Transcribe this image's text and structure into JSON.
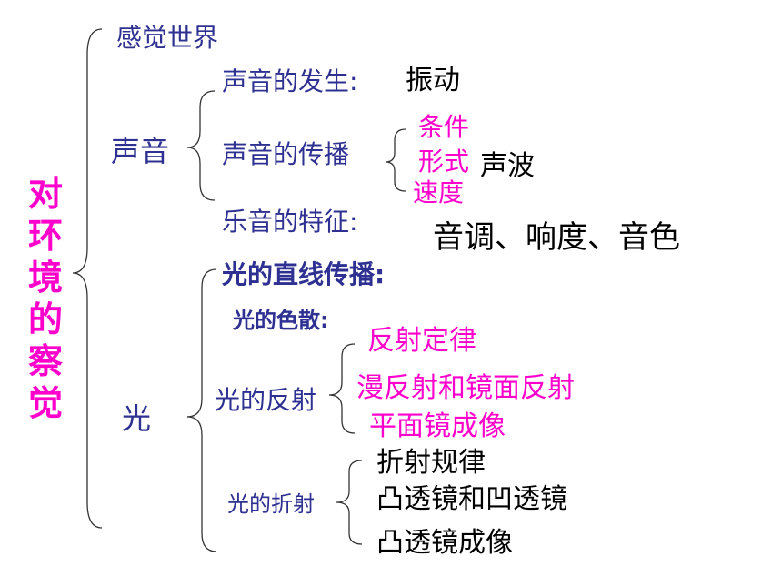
{
  "title": "对环境的察觉",
  "topics": {
    "sensory_world": "感觉世界",
    "sound": {
      "label": "声音",
      "origin_label": "声音的发生:",
      "origin_value": "振动",
      "propagation_label": "声音的传播",
      "propagation_items": [
        "条件",
        "形式",
        "速度"
      ],
      "propagation_value": "声波",
      "musical_label": "乐音的特征:",
      "musical_value": "音调、响度、音色"
    },
    "light": {
      "label": "光",
      "straight_label": "光的直线传播:",
      "dispersion_label": "光的色散:",
      "reflection_label": "光的反射",
      "reflection_items": [
        "反射定律",
        "漫反射和镜面反射",
        "平面镜成像"
      ],
      "refraction_label": "光的折射",
      "refraction_items": [
        "折射规律",
        "凸透镜和凹透镜",
        "凸透镜成像"
      ]
    }
  },
  "colors": {
    "title": "#ff00cc",
    "branch_labels": "#2e3192",
    "values": "#000000",
    "highlight": "#ff00cc"
  }
}
